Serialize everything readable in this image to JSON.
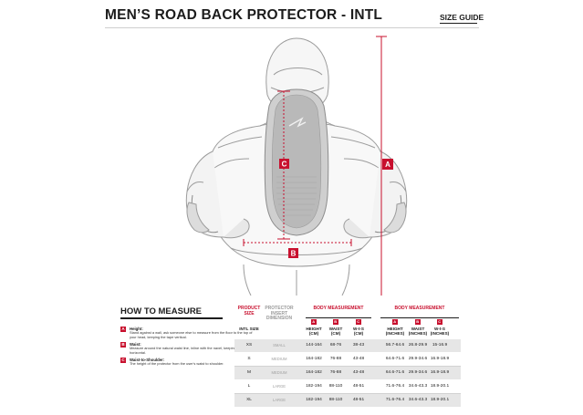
{
  "header": {
    "title": "MEN’S ROAD BACK PROTECTOR - INTL",
    "size_guide_link": "SIZE GUIDE"
  },
  "figure": {
    "labels": {
      "a": "A",
      "b": "B",
      "c": "C"
    }
  },
  "how_to_measure": {
    "title": "HOW TO MEASURE",
    "items": [
      {
        "badge": "A",
        "title": "Height:",
        "description": "Stand against a wall, ask someone else to measure from the floor to the top of your head, keeping the tape vertical."
      },
      {
        "badge": "B",
        "title": "Waist:",
        "description": "Measure around the natural waist line, inline with the navel, keeping the tape horizontal."
      },
      {
        "badge": "C",
        "title": "Waist-to-Shoulder:",
        "description": "The height of the protector from the user's waist to shoulder."
      }
    ]
  },
  "table": {
    "headers": {
      "product_size": "PRODUCT SIZE",
      "protector": "PROTECTOR INSERT DIMENSION",
      "body_cm": "BODY MEASUREMENT",
      "body_in": "BODY MEASUREMENT"
    },
    "subheaders": {
      "intl": "INTL SIZE",
      "height_cm": "HEIGHT (CM)",
      "waist_cm": "WAIST (CM)",
      "ws_cm": "W-t-S (CM)",
      "height_in": "HEIGHT (INCHES)",
      "waist_in": "WAIST (INCHES)",
      "ws_in": "W-t-S (INCHES)"
    },
    "badges": {
      "height": "A",
      "waist": "B",
      "ws": "C"
    },
    "rows": [
      {
        "size": "XS",
        "protector": "SMALL",
        "height_cm": "144-164",
        "waist_cm": "68-76",
        "ws_cm": "38-43",
        "height_in": "56.7-64.6",
        "waist_in": "26.8-29.9",
        "ws_in": "15-16.9"
      },
      {
        "size": "S",
        "protector": "MEDIUM",
        "height_cm": "164-182",
        "waist_cm": "76-88",
        "ws_cm": "43-48",
        "height_in": "64.6-71.6",
        "waist_in": "29.9-34.6",
        "ws_in": "16.9-18.9"
      },
      {
        "size": "M",
        "protector": "MEDIUM",
        "height_cm": "164-182",
        "waist_cm": "76-88",
        "ws_cm": "43-48",
        "height_in": "64.6-71.6",
        "waist_in": "29.9-34.6",
        "ws_in": "16.9-18.9"
      },
      {
        "size": "L",
        "protector": "LARGE",
        "height_cm": "182-194",
        "waist_cm": "88-110",
        "ws_cm": "48-51",
        "height_in": "71.6-76.4",
        "waist_in": "34.6-43.3",
        "ws_in": "18.9-20.1"
      },
      {
        "size": "XL",
        "protector": "LARGE",
        "height_cm": "182-194",
        "waist_cm": "88-110",
        "ws_cm": "48-51",
        "height_in": "71.6-76.4",
        "waist_in": "34.6-43.3",
        "ws_in": "18.9-20.1"
      }
    ]
  },
  "colors": {
    "accent": "#c8102e",
    "text": "#1c1c1c",
    "muted": "#9a9a9a",
    "row_shade": "#e6e6e6"
  }
}
